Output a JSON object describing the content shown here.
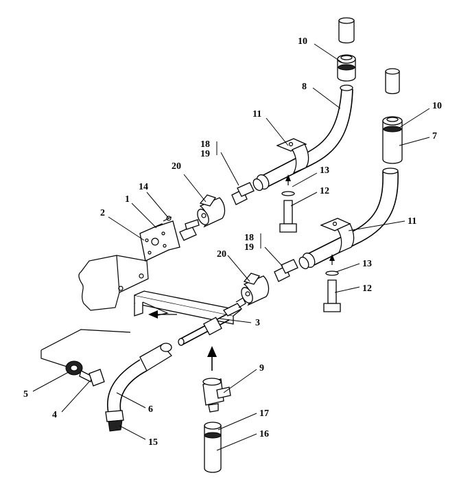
{
  "callouts": [
    {
      "id": "c10a",
      "label": "10"
    },
    {
      "id": "c8",
      "label": "8"
    },
    {
      "id": "c10b",
      "label": "10"
    },
    {
      "id": "c7",
      "label": "7"
    },
    {
      "id": "c11a",
      "label": "11"
    },
    {
      "id": "c18a",
      "label": "18"
    },
    {
      "id": "c19a",
      "label": "19"
    },
    {
      "id": "c13a",
      "label": "13"
    },
    {
      "id": "c12a",
      "label": "12"
    },
    {
      "id": "c20a",
      "label": "20"
    },
    {
      "id": "c14",
      "label": "14"
    },
    {
      "id": "c1",
      "label": "1"
    },
    {
      "id": "c2",
      "label": "2"
    },
    {
      "id": "c11b",
      "label": "11"
    },
    {
      "id": "c18b",
      "label": "18"
    },
    {
      "id": "c19b",
      "label": "19"
    },
    {
      "id": "c20b",
      "label": "20"
    },
    {
      "id": "c13b",
      "label": "13"
    },
    {
      "id": "c12b",
      "label": "12"
    },
    {
      "id": "c3",
      "label": "3"
    },
    {
      "id": "c9",
      "label": "9"
    },
    {
      "id": "c5",
      "label": "5"
    },
    {
      "id": "c4",
      "label": "4"
    },
    {
      "id": "c6",
      "label": "6"
    },
    {
      "id": "c15",
      "label": "15"
    },
    {
      "id": "c17",
      "label": "17"
    },
    {
      "id": "c16",
      "label": "16"
    }
  ]
}
